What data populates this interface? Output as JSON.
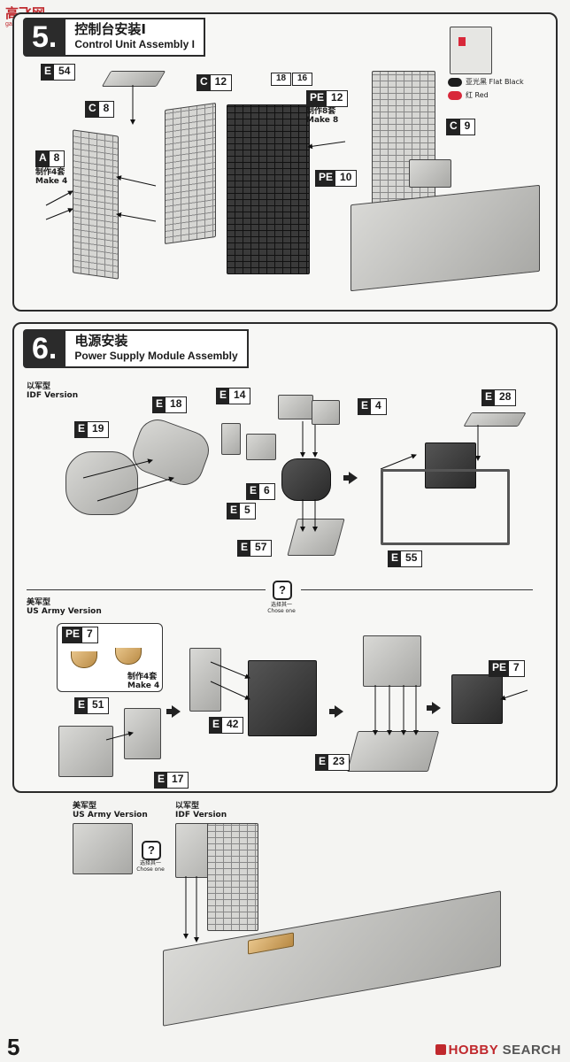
{
  "watermark": {
    "text": "高飞网",
    "sub": "gaofei.com"
  },
  "step5": {
    "number": "5.",
    "title_cn": "控制台安装Ⅰ",
    "title_en": "Control Unit Assembly I",
    "parts": [
      {
        "letter": "E",
        "num": "54"
      },
      {
        "letter": "C",
        "num": "8"
      },
      {
        "letter": "A",
        "num": "8"
      },
      {
        "letter": "C",
        "num": "12"
      },
      {
        "letter": "",
        "num": "18"
      },
      {
        "letter": "",
        "num": "16"
      },
      {
        "letter": "PE",
        "num": "12"
      },
      {
        "letter": "PE",
        "num": "10"
      },
      {
        "letter": "C",
        "num": "9"
      }
    ],
    "note_a8_cn": "制作4套",
    "note_a8_en": "Make 4",
    "note_pe12_cn": "制作8套",
    "note_pe12_en": "Make 8",
    "legend": [
      {
        "cn": "亚光黑",
        "en": "Flat Black",
        "color": "#1c1c1c"
      },
      {
        "cn": "红",
        "en": "Red",
        "color": "#d8283a"
      }
    ]
  },
  "step6": {
    "number": "6.",
    "title_cn": "电源安装",
    "title_en": "Power Supply Module Assembly",
    "idf_cn": "以军型",
    "idf_en": "IDF Version",
    "us_cn": "美军型",
    "us_en": "US Army Version",
    "choose_cn": "选择其一",
    "choose_en": "Chose one",
    "idf_parts": [
      {
        "letter": "E",
        "num": "19"
      },
      {
        "letter": "E",
        "num": "18"
      },
      {
        "letter": "E",
        "num": "14"
      },
      {
        "letter": "E",
        "num": "4"
      },
      {
        "letter": "E",
        "num": "6"
      },
      {
        "letter": "E",
        "num": "5"
      },
      {
        "letter": "E",
        "num": "57"
      },
      {
        "letter": "E",
        "num": "28"
      },
      {
        "letter": "E",
        "num": "55"
      }
    ],
    "us_parts": [
      {
        "letter": "PE",
        "num": "7"
      },
      {
        "letter": "E",
        "num": "51"
      },
      {
        "letter": "E",
        "num": "17"
      },
      {
        "letter": "E",
        "num": "42"
      },
      {
        "letter": "E",
        "num": "23"
      },
      {
        "letter": "PE",
        "num": "7"
      }
    ],
    "make4_cn": "制作4套",
    "make4_en": "Make 4"
  },
  "final": {
    "us_cn": "美军型",
    "us_en": "US Army Version",
    "idf_cn": "以军型",
    "idf_en": "IDF Version",
    "choose_cn": "选择其一",
    "choose_en": "Chose one"
  },
  "footer": {
    "page": "5",
    "brand_a": "HOBBY",
    "brand_b": "SEARCH",
    "brand_icon": "hobbysearch-logo-icon"
  }
}
